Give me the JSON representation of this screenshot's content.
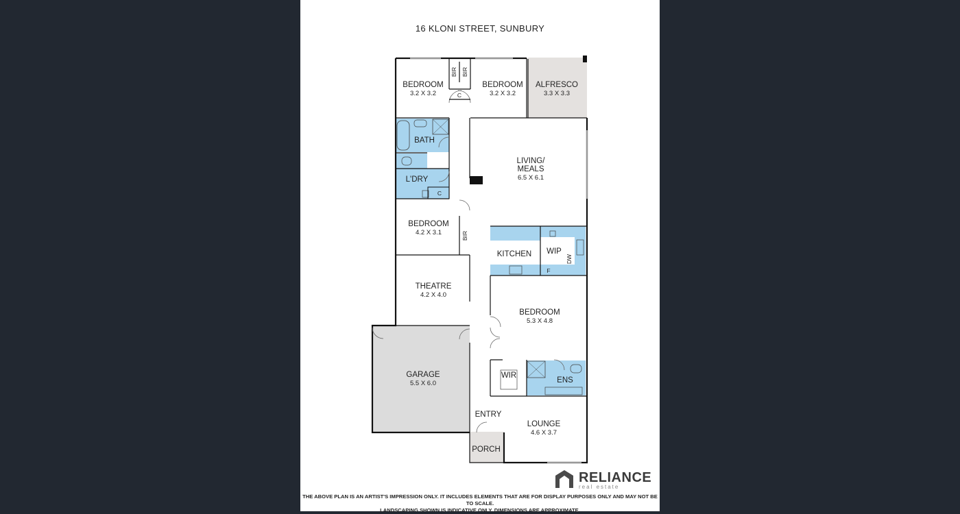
{
  "title": "16 KLONI STREET, SUNBURY",
  "rooms": {
    "bedroom1": {
      "name": "BEDROOM",
      "dim": "3.2 X 3.2"
    },
    "bedroom2": {
      "name": "BEDROOM",
      "dim": "3.2 X 3.2"
    },
    "alfresco": {
      "name": "ALFRESCO",
      "dim": "3.3 X 3.3"
    },
    "bath": {
      "name": "BATH"
    },
    "living": {
      "name_line1": "LIVING/",
      "name_line2": "MEALS",
      "dim": "6.5 X 6.1"
    },
    "laundry": {
      "name": "L'DRY"
    },
    "bedroom3": {
      "name": "BEDROOM",
      "dim": "4.2 X 3.1"
    },
    "kitchen": {
      "name": "KITCHEN"
    },
    "wip": {
      "name": "WIP"
    },
    "theatre": {
      "name": "THEATRE",
      "dim": "4.2 X 4.0"
    },
    "bedroom4": {
      "name": "BEDROOM",
      "dim": "5.3 X 4.8"
    },
    "garage": {
      "name": "GARAGE",
      "dim": "5.5 X 6.0"
    },
    "wir": {
      "name": "WIR"
    },
    "ens": {
      "name": "ENS"
    },
    "entry": {
      "name": "ENTRY"
    },
    "lounge": {
      "name": "LOUNGE",
      "dim": "4.6 X 3.7"
    },
    "porch": {
      "name": "PORCH"
    }
  },
  "fixtures": {
    "bir": "BIR",
    "cupboard": "C",
    "dishwasher": "DW",
    "fridge": "F"
  },
  "colors": {
    "wet_area": "#a8d4ee",
    "outdoor": "#e4e1df",
    "garage": "#dcdcdc",
    "background": "#222831"
  },
  "logo": {
    "name": "RELIANCE",
    "tagline": "real estate"
  },
  "disclaimer": {
    "line1": "THE ABOVE PLAN IS AN ARTIST'S IMPRESSION ONLY. IT INCLUDES ELEMENTS THAT ARE FOR DISPLAY PURPOSES ONLY AND MAY NOT BE TO SCALE.",
    "line2": "LANDSCAPING SHOWN IS INDICATIVE ONLY. DIMENSIONS ARE APPROXIMATE."
  }
}
